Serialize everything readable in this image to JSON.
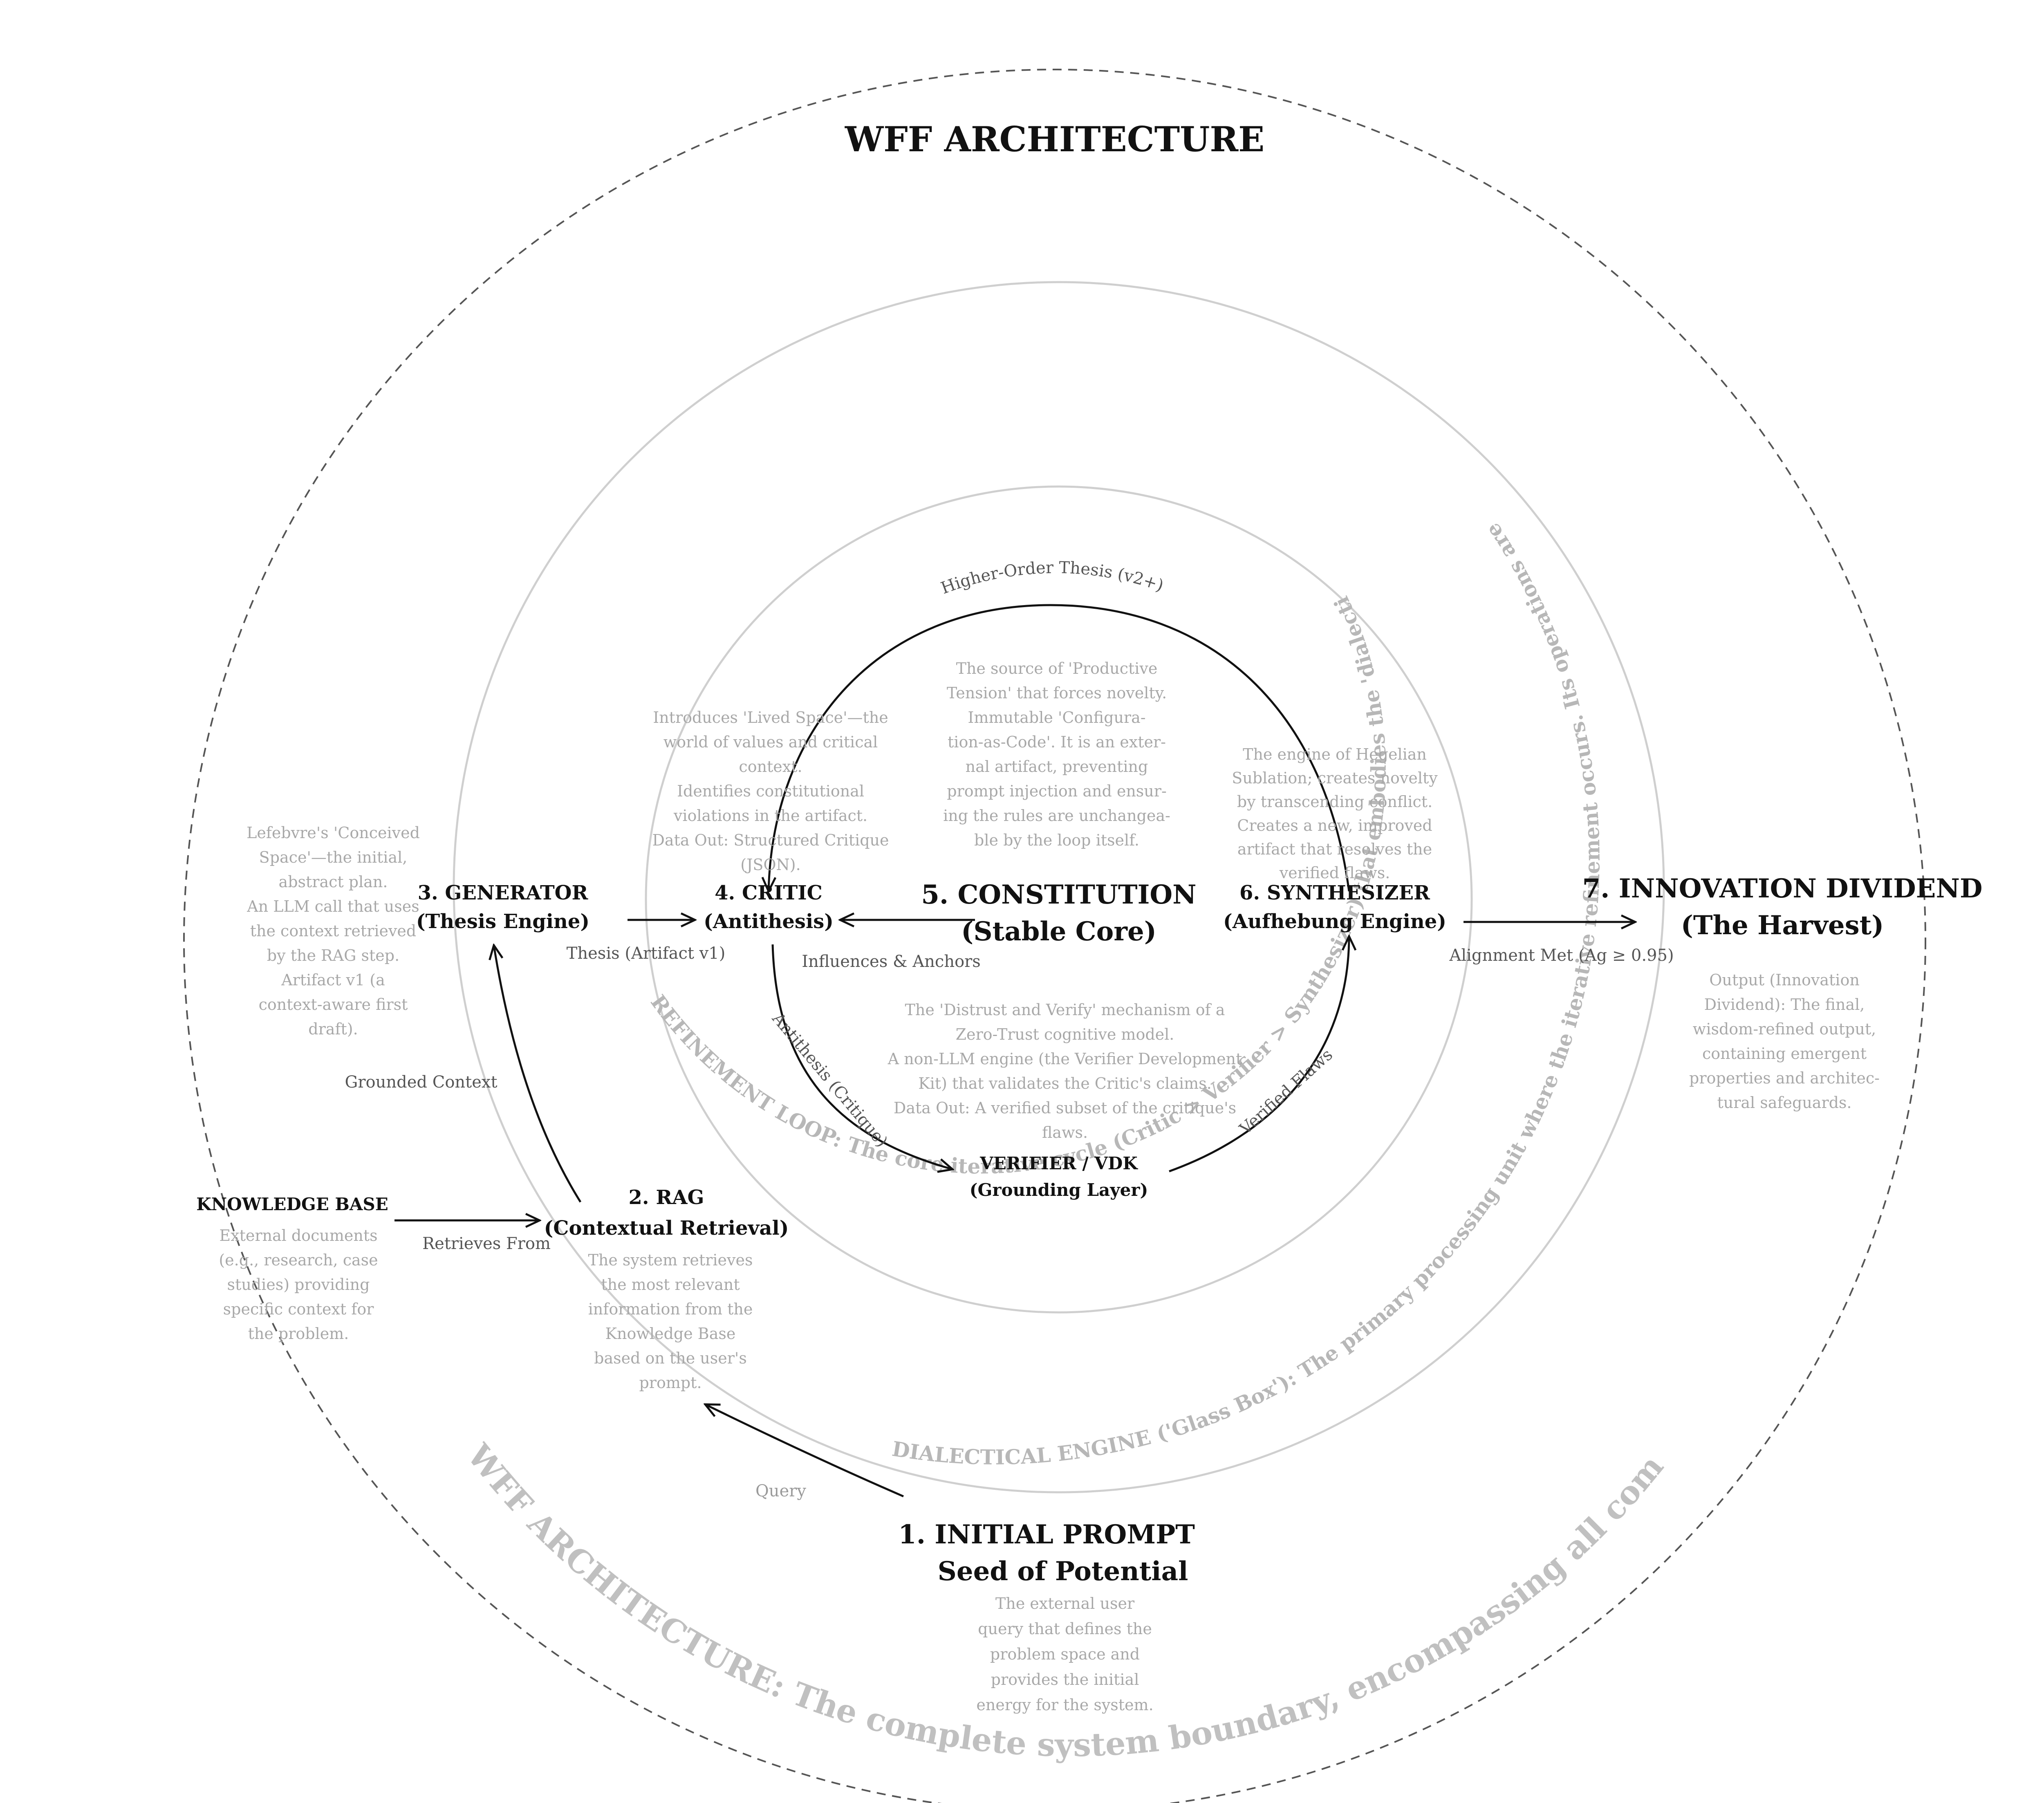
{
  "title": "WFF ARCHITECTURE",
  "rings": {
    "boundary": "WFF ARCHITECTURE: The complete system boundary, encompassing all components.",
    "engine": "DIALECTICAL ENGINE ('Glass Box'): The primary processing unit where the iterative refinement occurs. Its operations are transparent and auditable.",
    "loop": "REFINEMENT LOOP: The core iterative cycle (Critic > Verifier > Synthesizer) that embodies the 'dialectical struggle' and drives emergent intelligence."
  },
  "nodes": {
    "prompt": {
      "title": "1. INITIAL PROMPT",
      "subtitle": "Seed of Potential",
      "desc": [
        "The external user",
        "query that defines the",
        "problem space and",
        "provides the initial",
        "energy for the system."
      ]
    },
    "rag": {
      "title": "2. RAG",
      "subtitle": "(Contextual Retrieval)",
      "desc": [
        "The system retrieves",
        "the most relevant",
        "information from the",
        "Knowledge Base",
        "based on the user's",
        "prompt."
      ]
    },
    "generator": {
      "title": "3. GENERATOR",
      "subtitle": "(Thesis Engine)",
      "desc": [
        "Lefebvre's 'Conceived",
        "Space'—the initial,",
        "abstract plan.",
        "An LLM call that uses",
        "the context retrieved",
        "by the RAG step.",
        "Artifact v1 (a",
        "context-aware first",
        "draft)."
      ]
    },
    "critic": {
      "title": "4. CRITIC",
      "subtitle": "(Antithesis)",
      "desc": [
        "Introduces 'Lived Space'—the",
        "world of values and critical",
        "context.",
        "Identifies constitutional",
        "violations in the artifact.",
        "Data Out: Structured Critique",
        "(JSON)."
      ]
    },
    "constitution": {
      "title": "5. CONSTITUTION",
      "subtitle": "(Stable Core)",
      "desc": [
        "The source of 'Productive",
        "Tension' that forces novelty.",
        "Immutable 'Configura-",
        "tion-as-Code'. It is an exter-",
        "nal artifact, preventing",
        "prompt injection and ensur-",
        "ing the rules are unchangea-",
        "ble by the loop itself."
      ]
    },
    "synthesizer": {
      "title": "6. SYNTHESIZER",
      "subtitle": "(Aufhebung Engine)",
      "desc": [
        "The engine of Hegelian",
        "Sublation; creates novelty",
        "by transcending conflict.",
        "Creates a new, improved",
        "artifact that resolves the",
        "verified flaws."
      ]
    },
    "dividend": {
      "title": "7. INNOVATION DIVIDEND",
      "subtitle": "(The Harvest)",
      "desc": [
        "Output (Innovation",
        "Dividend): The final,",
        "wisdom-refined output,",
        "containing emergent",
        "properties and architec-",
        "tural safeguards."
      ]
    },
    "verifier": {
      "title": "VERIFIER / VDK",
      "subtitle": "(Grounding Layer)",
      "desc": [
        "The 'Distrust and Verify' mechanism of a",
        "Zero-Trust cognitive model.",
        "A non-LLM engine (the Verifier Development",
        "Kit) that validates the Critic's claims.",
        "Data Out: A verified subset of the critique's",
        "flaws."
      ]
    },
    "kb": {
      "title": "KNOWLEDGE BASE",
      "desc": [
        "External documents",
        "(e.g., research, case",
        "studies) providing",
        "specific context for",
        "the problem."
      ]
    }
  },
  "edges": {
    "query": "Query",
    "retrieves": "Retrieves From",
    "grounded": "Grounded Context",
    "thesis": "Thesis (Artifact v1)",
    "influences": "Influences & Anchors",
    "antithesis": "Antithesis (Critique)",
    "verified": "Verified Flaws",
    "higher": "Higher-Order Thesis (v2+)",
    "alignment": "Alignment Met (Ag ≥ 0.95)"
  }
}
